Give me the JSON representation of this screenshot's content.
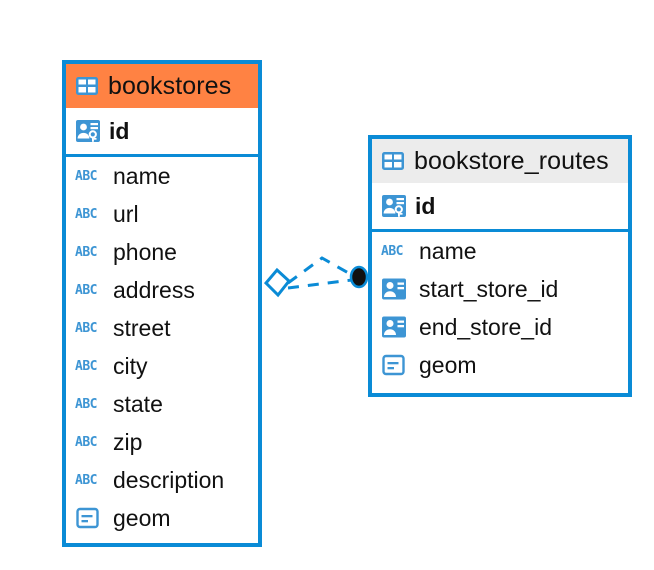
{
  "diagram": {
    "title": "bookstores / bookstore_routes ER diagram",
    "background": "#ffffff",
    "edge_color": "#0a8bd6",
    "selected_header_color": "#ff8243",
    "header_color": "#ececec",
    "text_color": "#111111",
    "icon_color": "#3d95d4"
  },
  "entities": [
    {
      "name": "bookstores",
      "selected": true,
      "primary_key": {
        "label": "id",
        "icon": "primary-key-icon"
      },
      "fields": [
        {
          "label": "name",
          "icon": "text-column-icon"
        },
        {
          "label": "url",
          "icon": "text-column-icon"
        },
        {
          "label": "phone",
          "icon": "text-column-icon"
        },
        {
          "label": "address",
          "icon": "text-column-icon"
        },
        {
          "label": "street",
          "icon": "text-column-icon"
        },
        {
          "label": "city",
          "icon": "text-column-icon"
        },
        {
          "label": "state",
          "icon": "text-column-icon"
        },
        {
          "label": "zip",
          "icon": "text-column-icon"
        },
        {
          "label": "description",
          "icon": "text-column-icon"
        },
        {
          "label": "geom",
          "icon": "geometry-column-icon"
        }
      ]
    },
    {
      "name": "bookstore_routes",
      "selected": false,
      "primary_key": {
        "label": "id",
        "icon": "primary-key-icon"
      },
      "fields": [
        {
          "label": "name",
          "icon": "text-column-icon"
        },
        {
          "label": "start_store_id",
          "icon": "foreign-key-icon"
        },
        {
          "label": "end_store_id",
          "icon": "foreign-key-icon"
        },
        {
          "label": "geom",
          "icon": "geometry-column-icon"
        }
      ]
    }
  ],
  "relationship": {
    "style": "dashed",
    "color": "#0a8bd6",
    "source_marker": "diamond-outline",
    "target_marker": "filled-circle",
    "target_marker_color": "#111111"
  },
  "icon_labels": {
    "table": "table-grid-icon",
    "abc": "ABC"
  }
}
